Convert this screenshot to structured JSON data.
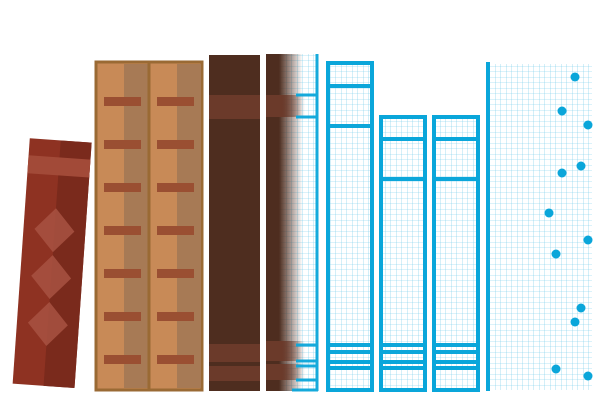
{
  "illustration": {
    "subject": "bookshelf-books-blueprint-transition",
    "colors": {
      "background": "#ffffff",
      "red_book": "#8e3222",
      "red_book_shade": "#7a2a1c",
      "red_book_band": "#a24a38",
      "red_book_diamond": "#a85242",
      "tan_book": "#c88a57",
      "tan_book_shade": "#a77a55",
      "tan_book_border": "#9a6a34",
      "tan_book_band": "#9a4f32",
      "dark_book": "#4e2d1f",
      "dark_book_band": "#6b3a2a",
      "blueprint_stroke": "#0aa6da",
      "blueprint_grid": "#6fc9ea",
      "blueprint_dot": "#0aa6da"
    },
    "books": [
      {
        "name": "red-leaning-book",
        "style": "solid"
      },
      {
        "name": "tan-book-left",
        "style": "solid"
      },
      {
        "name": "tan-book-right",
        "style": "solid"
      },
      {
        "name": "dark-brown-book",
        "style": "solid"
      },
      {
        "name": "fading-book",
        "style": "solid-to-blueprint"
      },
      {
        "name": "blueprint-book-tall",
        "style": "blueprint"
      },
      {
        "name": "blueprint-book-short-left",
        "style": "blueprint"
      },
      {
        "name": "blueprint-book-short-right",
        "style": "blueprint"
      },
      {
        "name": "blueprint-book-wide",
        "style": "blueprint-with-dots"
      }
    ]
  }
}
